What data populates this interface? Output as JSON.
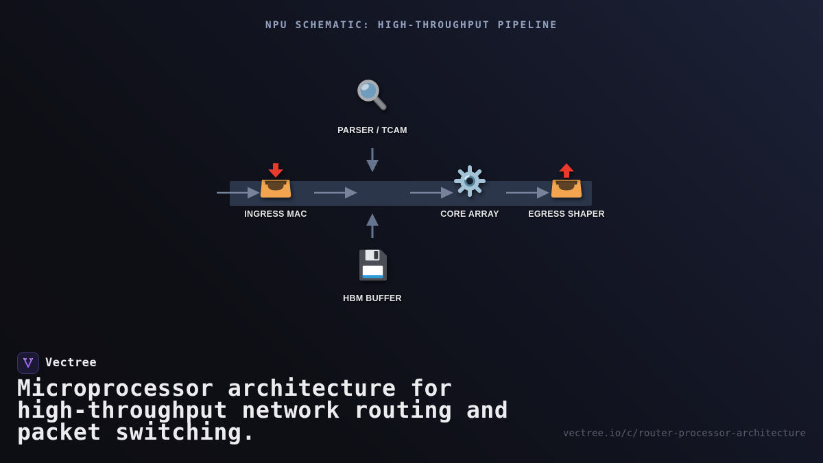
{
  "diagram": {
    "title": "NPU SCHEMATIC: HIGH-THROUGHPUT PIPELINE",
    "nodes": {
      "parser": {
        "label": "PARSER / TCAM",
        "icon": "magnifying-glass-icon"
      },
      "ingress": {
        "label": "INGRESS MAC",
        "icon": "inbox-tray-icon"
      },
      "core": {
        "label": "CORE ARRAY",
        "icon": "gear-icon"
      },
      "egress": {
        "label": "EGRESS SHAPER",
        "icon": "outbox-tray-icon"
      },
      "hbm": {
        "label": "HBM BUFFER",
        "icon": "floppy-disk-icon"
      }
    },
    "flow": [
      "ingress",
      "core",
      "egress"
    ],
    "colors": {
      "background_top_right": "#1e2238",
      "background_bottom_left": "#0d0e13",
      "title_text": "#95a3c1",
      "bus_bar": "#2b364a",
      "arrow": "#76839b",
      "label_text": "#e8e9ec",
      "tray_orange": "#f2a44e",
      "arrow_red": "#e93a2b",
      "gear_steel_blue": "#a2c4d6",
      "floppy_stripe_blue": "#2d9cdb"
    }
  },
  "footer": {
    "brand": "Vectree",
    "brand_accent": "#a06bf0",
    "headline_lines": [
      "Microprocessor architecture for",
      "high-throughput network routing and",
      "packet switching."
    ],
    "url": "vectree.io/c/router-processor-architecture"
  }
}
